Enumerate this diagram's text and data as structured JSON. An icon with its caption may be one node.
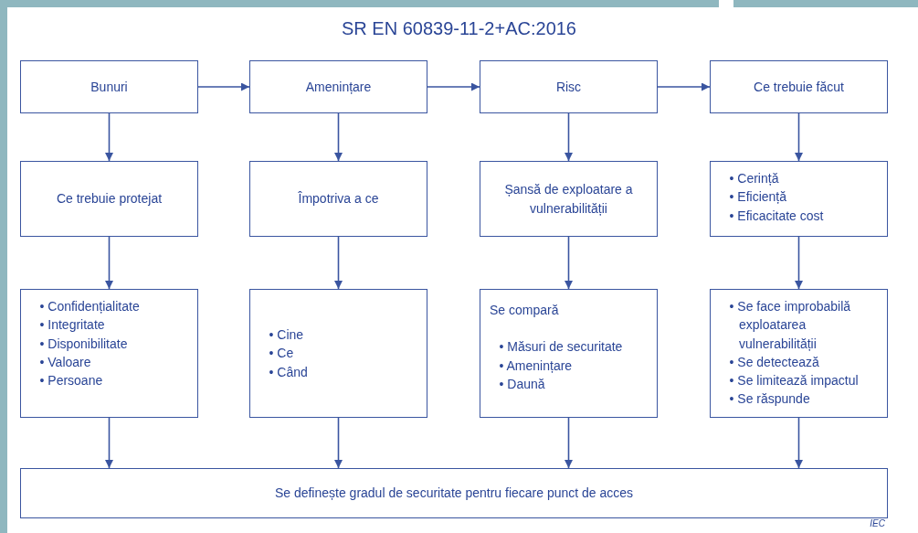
{
  "diagram": {
    "title": "SR EN 60839-11-2+AC:2016",
    "nodes": [
      {
        "text": [
          "Bunuri"
        ]
      },
      {
        "text": [
          "Amenințare"
        ]
      },
      {
        "text": [
          "Risc"
        ]
      },
      {
        "text": [
          "Ce trebuie făcut"
        ]
      },
      {
        "text": [
          "Ce trebuie protejat"
        ]
      },
      {
        "text": [
          "Împotriva a ce"
        ]
      },
      {
        "text": [
          "Șansă de exploatare a vulnerabilității"
        ]
      },
      {
        "text": [
          "• Cerință",
          "• Eficiență",
          "• Eficacitate cost"
        ]
      },
      {
        "text": [
          "• Confidențialitate",
          "• Integritate",
          "• Disponibilitate",
          "• Valoare",
          "• Persoane"
        ]
      },
      {
        "text": [
          "• Cine",
          "• Ce",
          "• Când"
        ]
      },
      {
        "text": [
          "Se compară",
          "• Măsuri de securitate",
          "• Amenințare",
          "• Daună"
        ]
      },
      {
        "text": [
          "• Se face improbabilă exploatarea vulnerabilității",
          "• Se detectează",
          "• Se limitează impactul",
          "• Se răspunde"
        ]
      },
      {
        "text": [
          "Se definește gradul de securitate pentru fiecare punct de acces"
        ]
      }
    ],
    "edges": [
      {
        "from": 0,
        "to": 1,
        "arrow": "to"
      },
      {
        "from": 1,
        "to": 2,
        "arrow": "to"
      },
      {
        "from": 2,
        "to": 3,
        "arrow": "to"
      },
      {
        "from": 0,
        "to": 4,
        "arrow": "to"
      },
      {
        "from": 1,
        "to": 5,
        "arrow": "to"
      },
      {
        "from": 2,
        "to": 6,
        "arrow": "to"
      },
      {
        "from": 3,
        "to": 7,
        "arrow": "to"
      },
      {
        "from": 4,
        "to": 8,
        "arrow": "to"
      },
      {
        "from": 5,
        "to": 9,
        "arrow": "to"
      },
      {
        "from": 6,
        "to": 10,
        "arrow": "to"
      },
      {
        "from": 7,
        "to": 11,
        "arrow": "to"
      },
      {
        "from": 8,
        "to": 12,
        "arrow": "to"
      },
      {
        "from": 9,
        "to": 12,
        "arrow": "to"
      },
      {
        "from": 10,
        "to": 12,
        "arrow": "to"
      },
      {
        "from": 11,
        "to": 12,
        "arrow": "to"
      }
    ],
    "labels": [
      "IEC"
    ]
  }
}
